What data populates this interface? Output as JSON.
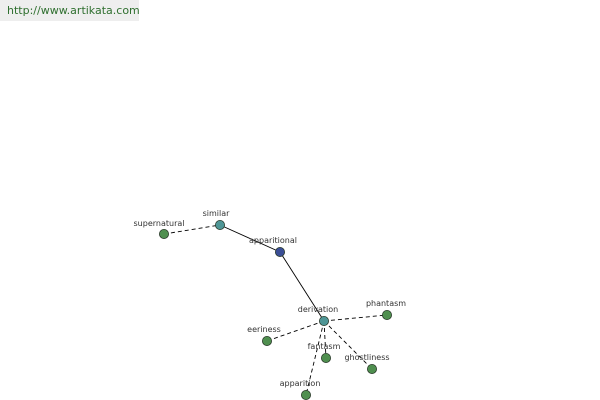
{
  "banner": {
    "url_text": "http://www.artikata.com"
  },
  "graph": {
    "colors": {
      "root": "#3a4e96",
      "related": "#4f9696",
      "leaf": "#4f8f4f",
      "node_stroke": "#2a3a2a",
      "edge": "#000000"
    },
    "nodes": [
      {
        "id": "supernatural",
        "label": "supernatural",
        "kind": "leaf"
      },
      {
        "id": "similar",
        "label": "similar",
        "kind": "related"
      },
      {
        "id": "apparitional",
        "label": "apparitional",
        "kind": "root"
      },
      {
        "id": "derivation",
        "label": "derivation",
        "kind": "related"
      },
      {
        "id": "phantasm",
        "label": "phantasm",
        "kind": "leaf"
      },
      {
        "id": "eeriness",
        "label": "eeriness",
        "kind": "leaf"
      },
      {
        "id": "fantasm",
        "label": "fantasm",
        "kind": "leaf"
      },
      {
        "id": "ghostliness",
        "label": "ghostliness",
        "kind": "leaf"
      },
      {
        "id": "apparition",
        "label": "apparition",
        "kind": "leaf"
      }
    ],
    "edges": [
      {
        "from": "supernatural",
        "to": "similar",
        "style": "dashed"
      },
      {
        "from": "similar",
        "to": "apparitional",
        "style": "solid"
      },
      {
        "from": "apparitional",
        "to": "derivation",
        "style": "solid"
      },
      {
        "from": "derivation",
        "to": "phantasm",
        "style": "dashed"
      },
      {
        "from": "derivation",
        "to": "eeriness",
        "style": "dashed"
      },
      {
        "from": "derivation",
        "to": "fantasm",
        "style": "dashed"
      },
      {
        "from": "derivation",
        "to": "ghostliness",
        "style": "dashed"
      },
      {
        "from": "derivation",
        "to": "apparition",
        "style": "dashed"
      }
    ]
  }
}
